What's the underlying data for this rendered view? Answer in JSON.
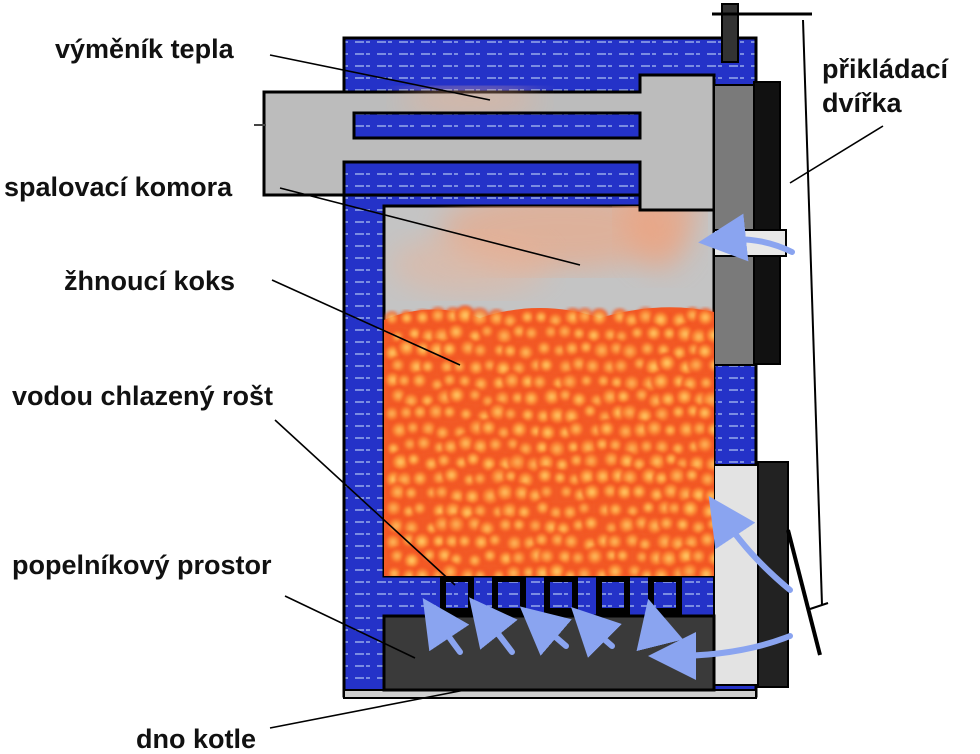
{
  "labels": {
    "heat_exchanger": "výměník tepla",
    "combustion_chamber": "spalovací komora",
    "glowing_coke": "žhnoucí koks",
    "water_cooled_grate": "vodou chlazený rošt",
    "ash_space": "popelníkový prostor",
    "boiler_bottom": "dno kotle",
    "loading_door": "přikládací\ndvířka"
  },
  "colors": {
    "water_jacket": "#2432c8",
    "water_dash": "#8fa3e8",
    "metal_gray": "#bcbcbc",
    "chamber_gray": "#c4c4c4",
    "ash_dark": "#3a3a3a",
    "coke_orange": "#f25a26",
    "air_arrow": "#8aa4f0",
    "outline": "#000000"
  }
}
